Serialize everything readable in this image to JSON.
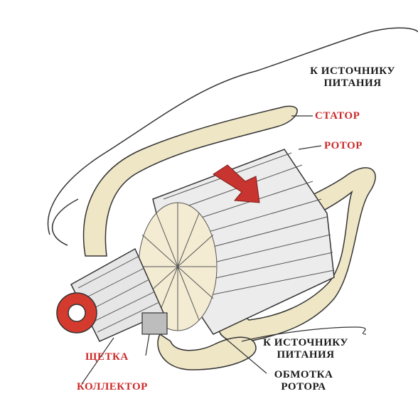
{
  "colors": {
    "label_red": "#cc2a2a",
    "label_black": "#1a1a1a",
    "stator_cream": "#efe6c6",
    "metal_light": "#ececec",
    "metal_dark": "#8a8a8a",
    "arrow_red": "#c8342f",
    "collector_red": "#d43a2e"
  },
  "labels": {
    "power_top_line1": "К ИСТОЧНИКУ",
    "power_top_line2": "ПИТАНИЯ",
    "stator": "СТАТОР",
    "rotor": "РОТОР",
    "power_bottom_line1": "К ИСТОЧНИКУ",
    "power_bottom_line2": "ПИТАНИЯ",
    "brush": "ЩЕТКА",
    "collector": "КОЛЛЕКТОР",
    "winding_line1": "ОБМОТКА",
    "winding_line2": "РОТОРА"
  }
}
